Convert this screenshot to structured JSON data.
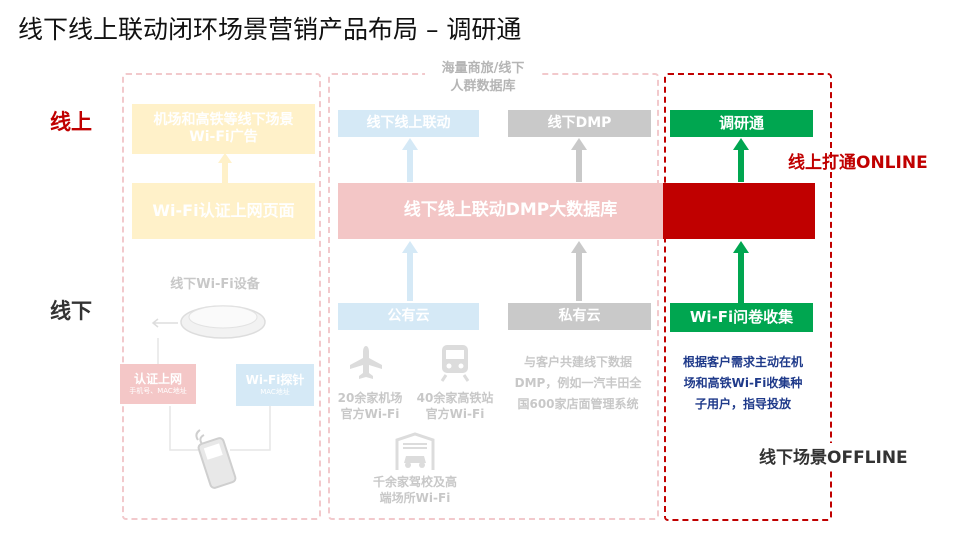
{
  "title": "线下线上联动闭环场景营销产品布局 – 调研通",
  "colors": {
    "online": "#c00000",
    "green": "#00a650",
    "red": "#c00000",
    "faint_red": "#f3c6c6",
    "faint_yellow": "#fff1c9",
    "faint_blue": "#d5e9f6",
    "faint_gray": "#c9c9c9"
  },
  "side_labels": {
    "online": "线上",
    "offline": "线下"
  },
  "left": {
    "ad_box": "机场和高铁等线下场景\nWi-Fi广告",
    "auth_page": "Wi-Fi认证上网页面",
    "device_label": "线下Wi-Fi设备",
    "auth_box": {
      "title": "认证上网",
      "sub": "手机号、MAC地址"
    },
    "probe_box": {
      "title": "Wi-Fi探针",
      "sub": "MAC地址"
    }
  },
  "middle": {
    "sea_label": "海量商旅/线下\n人群数据库",
    "linkage_box": "线下线上联动",
    "dmp_box": "线下DMP",
    "big_db": "线下线上联动DMP大数据库",
    "public_cloud": "公有云",
    "private_cloud": "私有云",
    "airport_text": "20余家机场\n官方Wi-Fi",
    "rail_text": "40余家高铁站\n官方Wi-Fi",
    "dmp_desc": "与客户共建线下数据\nDMP，例如一汽丰田全\n国600家店面管理系统",
    "school_text": "千余家驾校及高\n端场所Wi-Fi"
  },
  "right": {
    "survey_box": "调研通",
    "wifi_collect": "Wi-Fi问卷收集",
    "desc": "根据客户需求主动在机\n场和高铁Wi-Fi收集种\n子用户，指导投放",
    "online_label": "线上打通ONLINE",
    "offline_label": "线下场景OFFLINE"
  },
  "icons": [
    "airplane-icon",
    "train-icon",
    "garage-car-icon",
    "wifi-router-icon",
    "mobile-phone-icon",
    "arrow-up-icon"
  ]
}
